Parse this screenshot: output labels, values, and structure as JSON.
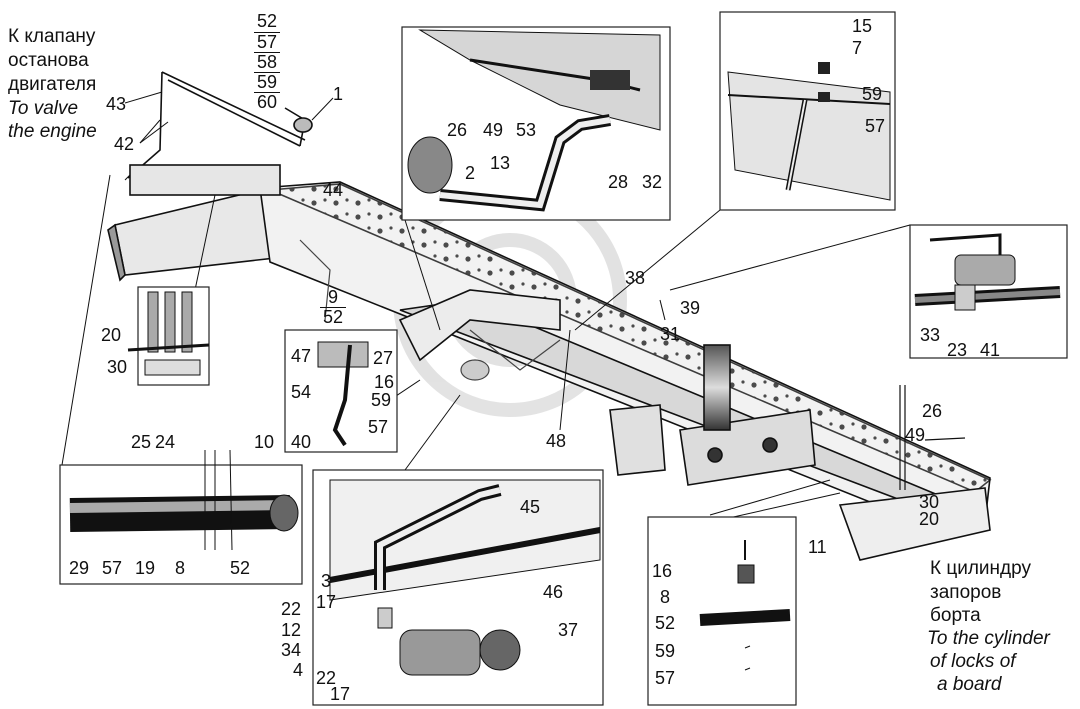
{
  "captions": {
    "valve_ru_1": "К клапану",
    "valve_ru_2": "останова",
    "valve_ru_3": "двигателя",
    "valve_en_1": "To valve",
    "valve_en_2": "the engine",
    "cyl_ru_1": "К цилиндру",
    "cyl_ru_2": "запоров",
    "cyl_ru_3": "борта",
    "cyl_en_1": "To the cylinder",
    "cyl_en_2": "of locks of",
    "cyl_en_3": "a board"
  },
  "boxed": {
    "b52a": "52",
    "b57": "57",
    "b58": "58",
    "b59": "59",
    "b60": "60",
    "b9": "9",
    "b52b": "52"
  },
  "labels": {
    "l1": "1",
    "l43": "43",
    "l42": "42",
    "l44": "44",
    "l26a": "26",
    "l49a": "49",
    "l53": "53",
    "l13": "13",
    "l2": "2",
    "l28": "28",
    "l32": "32",
    "l15": "15",
    "l7": "7",
    "l59a": "59",
    "l57a": "57",
    "l38": "38",
    "l39": "39",
    "l31": "31",
    "l33": "33",
    "l23": "23",
    "l41": "41",
    "l20a": "20",
    "l30a": "30",
    "l47": "47",
    "l27": "27",
    "l16a": "16",
    "l54": "54",
    "l59b": "59",
    "l57b": "57",
    "l40": "40",
    "l48": "48",
    "l26b": "26",
    "l49b": "49",
    "l30b": "30",
    "l20b": "20",
    "l11": "11",
    "l25": "25",
    "l24": "24",
    "l10": "10",
    "l29": "29",
    "l57c": "57",
    "l19": "19",
    "l8a": "8",
    "l52c": "52",
    "l45": "45",
    "l46": "46",
    "l3": "3",
    "l22a": "22",
    "l17a": "17",
    "l12": "12",
    "l34": "34",
    "l4": "4",
    "l22b": "22",
    "l17b": "17",
    "l37": "37",
    "l16b": "16",
    "l8b": "8",
    "l52d": "52",
    "l59c": "59",
    "l57d": "57"
  }
}
